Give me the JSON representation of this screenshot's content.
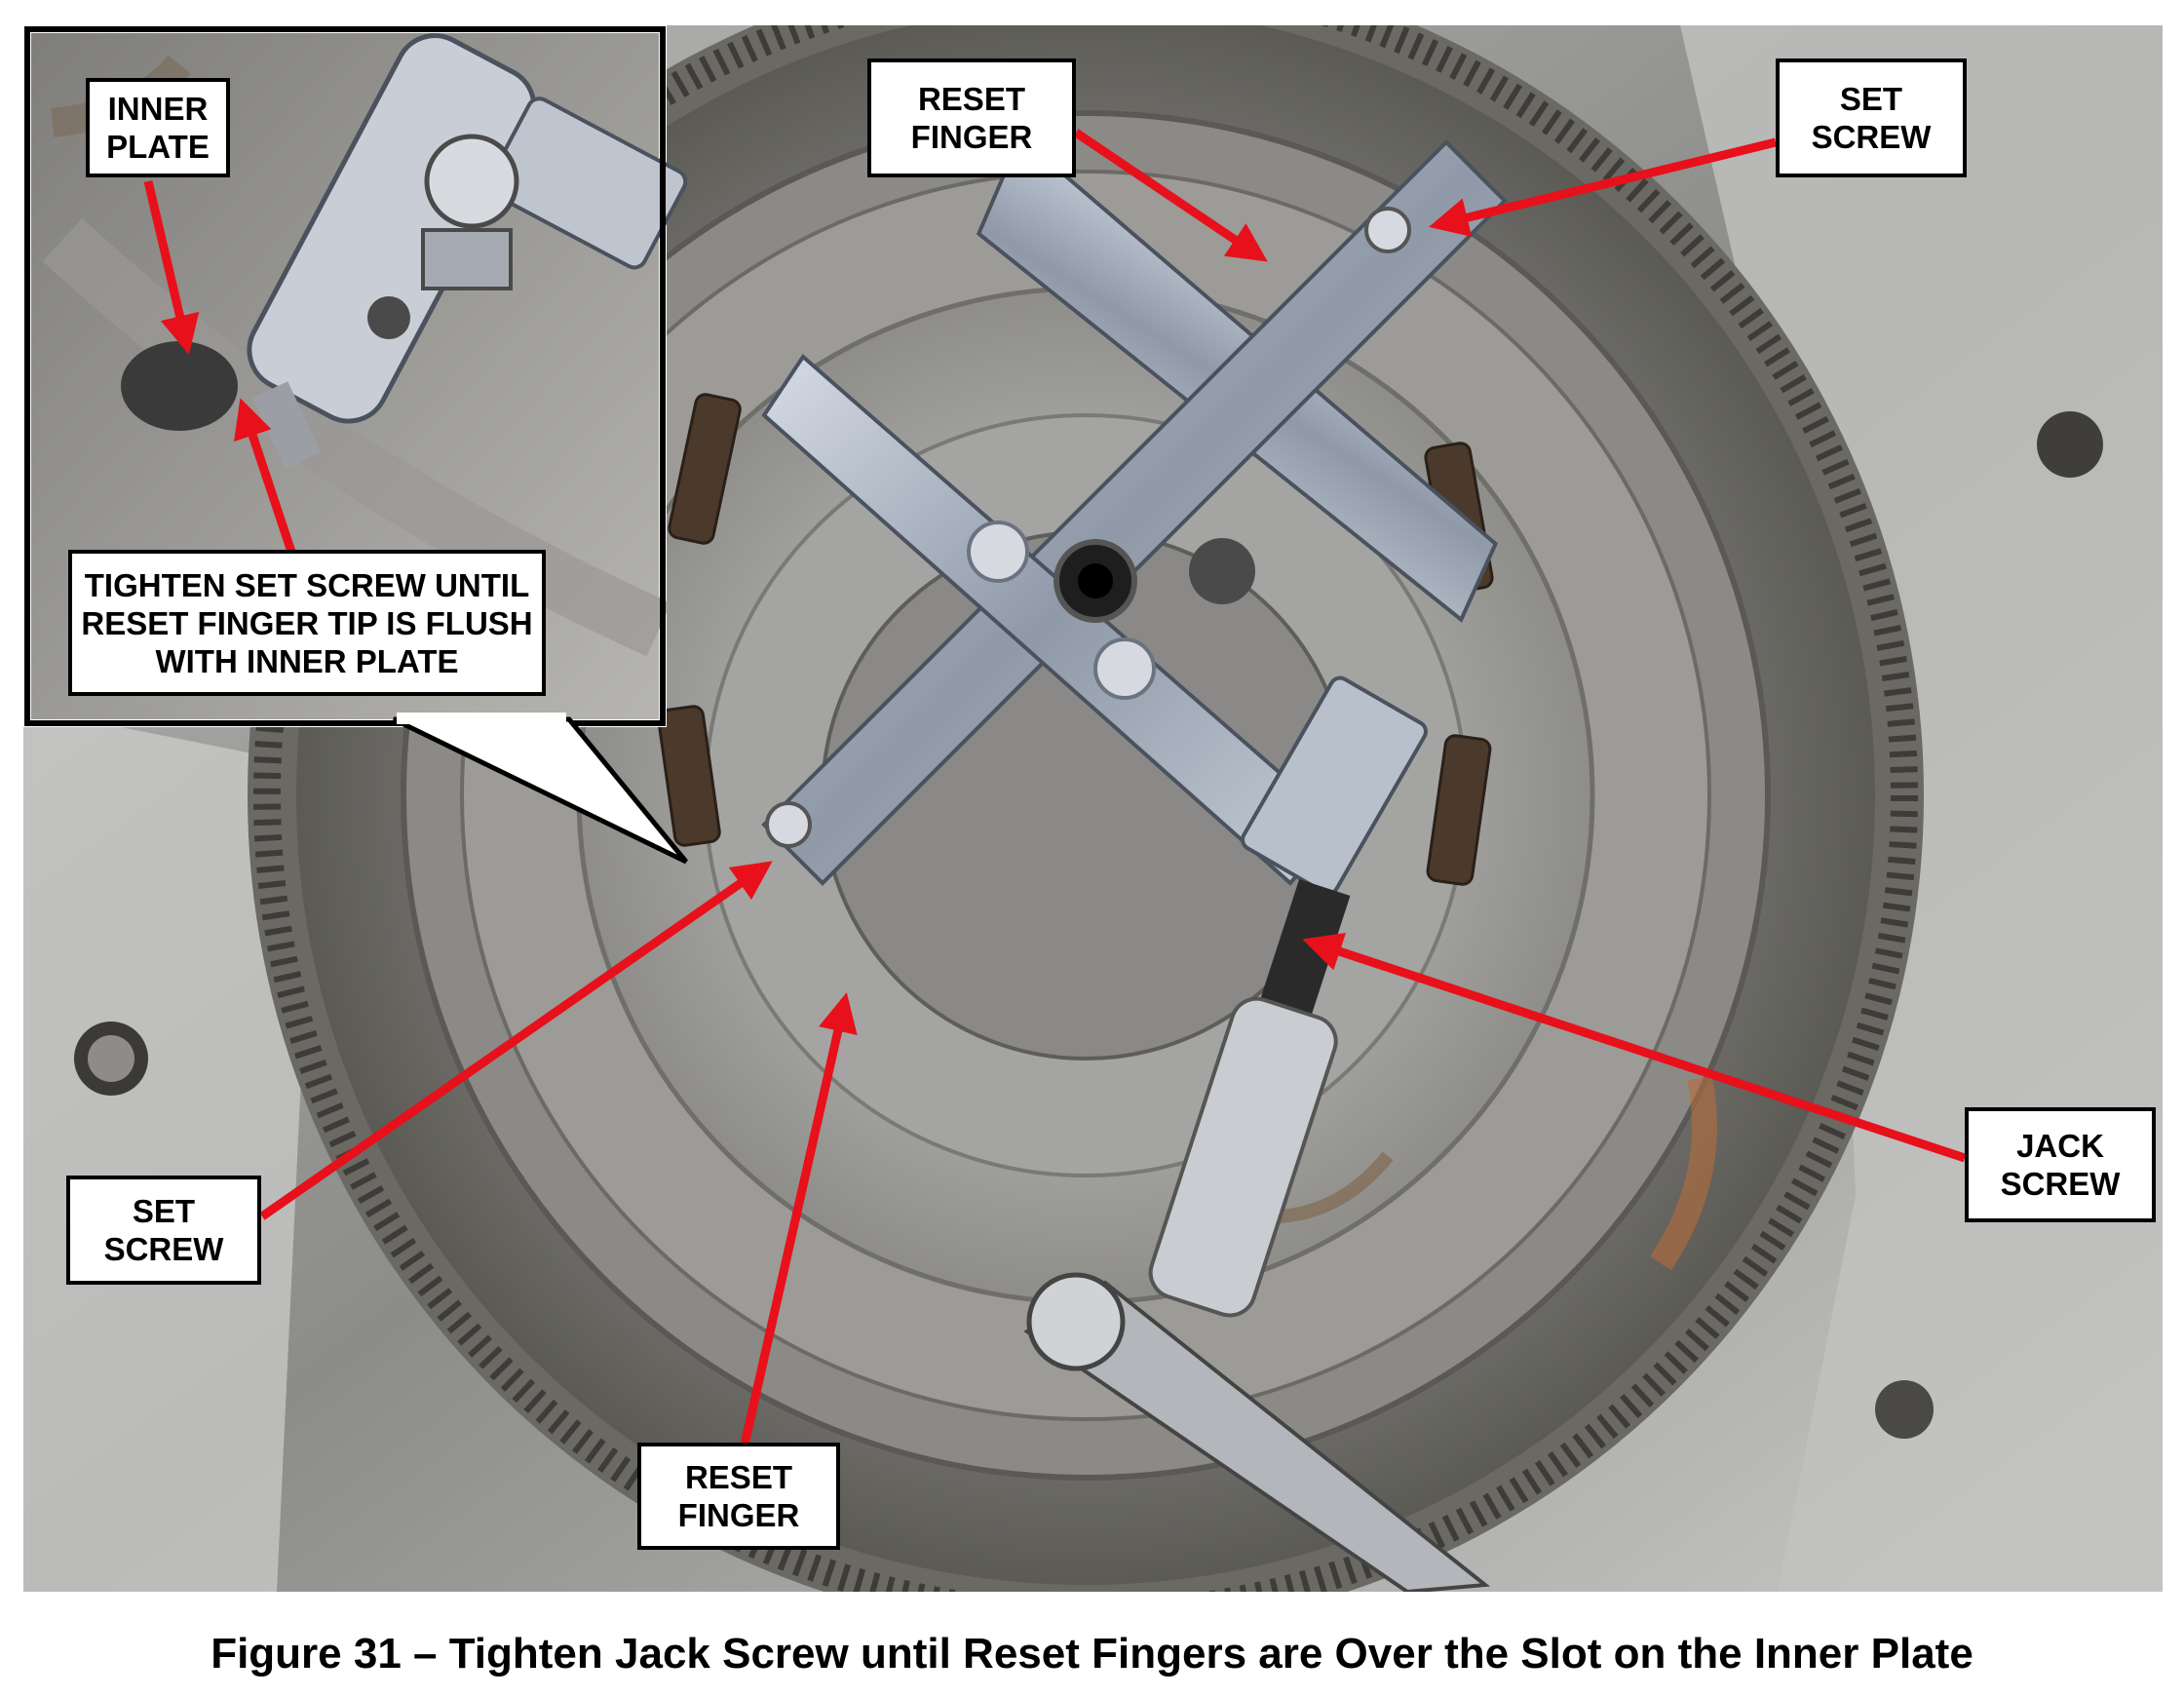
{
  "figure": {
    "caption": "Figure 31 – Tighten Jack Screw until Reset Fingers are Over the Slot on the Inner Plate"
  },
  "inset": {
    "inner_plate_label": "INNER\nPLATE",
    "instruction_label": "TIGHTEN SET SCREW UNTIL\nRESET FINGER TIP IS FLUSH\nWITH INNER PLATE"
  },
  "callouts": {
    "reset_finger_top": "RESET\nFINGER",
    "set_screw_top": "SET\nSCREW",
    "set_screw_left": "SET\nSCREW",
    "jack_screw": "JACK\nSCREW",
    "reset_finger_bottom": "RESET\nFINGER"
  },
  "colors": {
    "arrow": "#e8101a",
    "label_border": "#000000",
    "label_fill": "#ffffff"
  }
}
